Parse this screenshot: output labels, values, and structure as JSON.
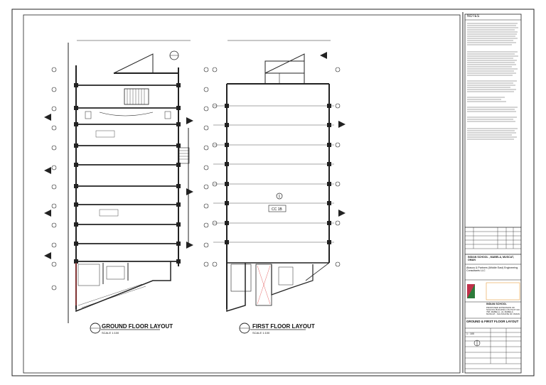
{
  "drawings": {
    "ground_floor": {
      "title": "GROUND FLOOR LAYOUT",
      "scale": "SCALE 1:100"
    },
    "first_floor": {
      "title": "FIRST FLOOR LAYOUT",
      "scale": "SCALE 1:100",
      "hall_tag": "1",
      "hall_label": "CC 1B"
    }
  },
  "title_block": {
    "notes_heading": "NOTES",
    "project_owner": "INDIAN SCHOOL , MABELA, MUSCAT, OMAN",
    "consultant": "Abacus & Partners (Middle East) Engineering Consultants LLC",
    "client_name": "INDIAN SCHOOL",
    "project_title": "PROPOSED EXTENSION OF SCHOOL BUILDING ON PLOT NO. 798, MABELA - AL MABELA MUSCAT - SULTANATE OF OMAN",
    "sheet_title": "GROUND & FIRST FLOOR LAYOUT",
    "scale_value": "1 : 100"
  }
}
